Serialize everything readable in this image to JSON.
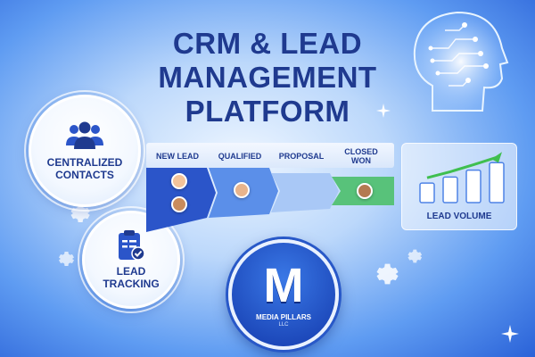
{
  "title": {
    "line1": "CRM & LEAD",
    "line2": "MANAGEMENT",
    "line3": "PLATFORM"
  },
  "contacts": {
    "line1": "CENTRALIZED",
    "line2": "CONTACTS",
    "icon": "users-group-icon"
  },
  "tracking": {
    "line1": "LEAD",
    "line2": "TRACKING",
    "icon": "clipboard-check-icon"
  },
  "pipeline": {
    "stages": [
      {
        "label": "NEW LEAD",
        "color": "#2b55c9"
      },
      {
        "label": "QUALIFIED",
        "color": "#4f83e6"
      },
      {
        "label": "PROPOSAL",
        "color": "#8eb6f3"
      },
      {
        "label": "CLOSED WON",
        "color": "#58c27a"
      }
    ]
  },
  "lead_volume": {
    "label": "LEAD VOLUME",
    "bars": [
      0.42,
      0.55,
      0.7,
      0.86
    ],
    "trend_color": "#3fbf4f"
  },
  "logo": {
    "letter": "M",
    "name": "MEDIA PILLARS",
    "sub": "LLC"
  },
  "colors": {
    "navy": "#1f3a8f",
    "brand_blue": "#2b55c9",
    "green": "#58c27a"
  }
}
